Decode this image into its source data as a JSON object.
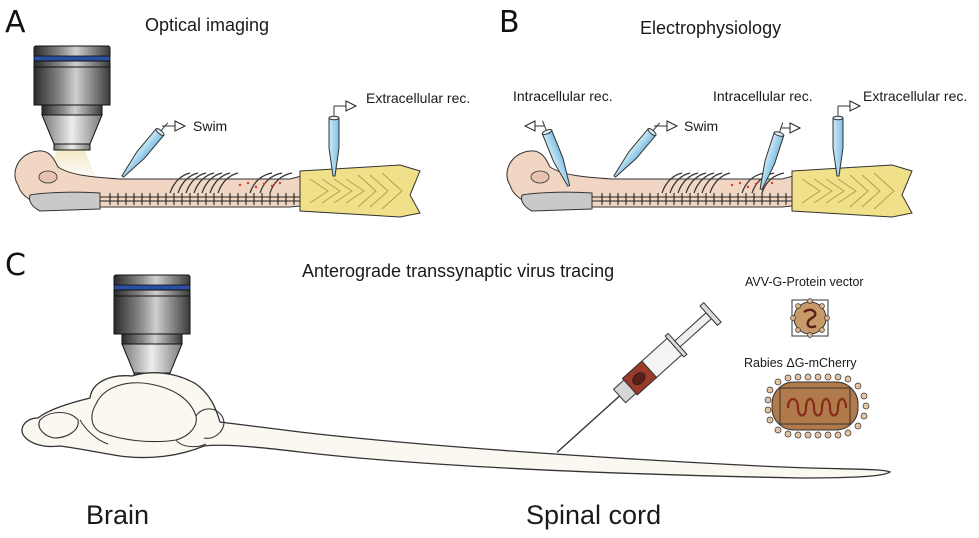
{
  "panels": {
    "a": {
      "letter": "A",
      "title": "Optical imaging",
      "swim": "Swim",
      "extracellular": "Extracellular rec."
    },
    "b": {
      "letter": "B",
      "title": "Electrophysiology",
      "intracellular_1": "Intracellular rec.",
      "swim": "Swim",
      "intracellular_2": "Intracellular rec.",
      "extracellular": "Extracellular rec."
    },
    "c": {
      "letter": "C",
      "title": "Anterograde transsynaptic virus tracing",
      "vector_1": "AVV-G-Protein vector",
      "vector_2": "Rabies ΔG-mCherry",
      "brain": "Brain",
      "spinal_cord": "Spinal cord"
    }
  },
  "colors": {
    "larva_skin": "#f2d6c4",
    "yolk": "#c9c9c9",
    "fin": "#f0e08a",
    "pipette": "#9fd0ec",
    "objective_blue": "#2a4ea0",
    "virus_brown": "#b07a4a",
    "mcherry": "#c0302a",
    "cord": "#faf8f0"
  }
}
